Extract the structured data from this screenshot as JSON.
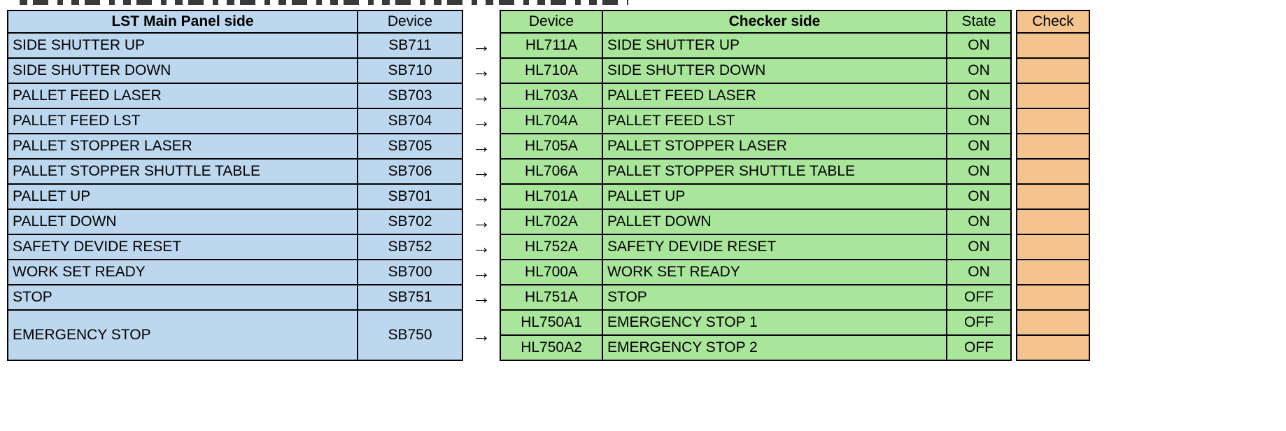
{
  "colors": {
    "main_panel_fill": "#BDD7EE",
    "checker_fill": "#A9E59B",
    "check_fill": "#F5C48E",
    "border": "#000000",
    "background": "#FFFFFF"
  },
  "left_table": {
    "header": {
      "name": "LST Main Panel side",
      "device": "Device"
    }
  },
  "right_table": {
    "header": {
      "device": "Device",
      "name": "Checker side",
      "state": "State",
      "check": "Check"
    }
  },
  "arrow": {
    "glyph": "→"
  },
  "rows": [
    {
      "left_name": "SIDE SHUTTER UP",
      "left_device": "SB711",
      "right_device": "HL711A",
      "right_name": "SIDE SHUTTER UP",
      "state": "ON"
    },
    {
      "left_name": "SIDE SHUTTER DOWN",
      "left_device": "SB710",
      "right_device": "HL710A",
      "right_name": "SIDE SHUTTER DOWN",
      "state": "ON"
    },
    {
      "left_name": "PALLET FEED LASER",
      "left_device": "SB703",
      "right_device": "HL703A",
      "right_name": "PALLET FEED LASER",
      "state": "ON"
    },
    {
      "left_name": "PALLET FEED LST",
      "left_device": "SB704",
      "right_device": "HL704A",
      "right_name": "PALLET FEED LST",
      "state": "ON"
    },
    {
      "left_name": "PALLET STOPPER LASER",
      "left_device": "SB705",
      "right_device": "HL705A",
      "right_name": "PALLET STOPPER LASER",
      "state": "ON"
    },
    {
      "left_name": "PALLET STOPPER SHUTTLE TABLE",
      "left_device": "SB706",
      "right_device": "HL706A",
      "right_name": "PALLET STOPPER SHUTTLE TABLE",
      "state": "ON"
    },
    {
      "left_name": "PALLET UP",
      "left_device": "SB701",
      "right_device": "HL701A",
      "right_name": "PALLET UP",
      "state": "ON"
    },
    {
      "left_name": "PALLET DOWN",
      "left_device": "SB702",
      "right_device": "HL702A",
      "right_name": "PALLET DOWN",
      "state": "ON"
    },
    {
      "left_name": "SAFETY DEVIDE RESET",
      "left_device": "SB752",
      "right_device": "HL752A",
      "right_name": "SAFETY DEVIDE RESET",
      "state": "ON"
    },
    {
      "left_name": "WORK SET READY",
      "left_device": "SB700",
      "right_device": "HL700A",
      "right_name": "WORK SET READY",
      "state": "ON"
    },
    {
      "left_name": "STOP",
      "left_device": "SB751",
      "right_device": "HL751A",
      "right_name": "STOP",
      "state": "OFF"
    }
  ],
  "merged_row": {
    "left_name": "EMERGENCY STOP",
    "left_device": "SB750",
    "sub_rows": [
      {
        "right_device": "HL750A1",
        "right_name": "EMERGENCY STOP 1",
        "state": "OFF"
      },
      {
        "right_device": "HL750A2",
        "right_name": "EMERGENCY STOP 2",
        "state": "OFF"
      }
    ]
  }
}
